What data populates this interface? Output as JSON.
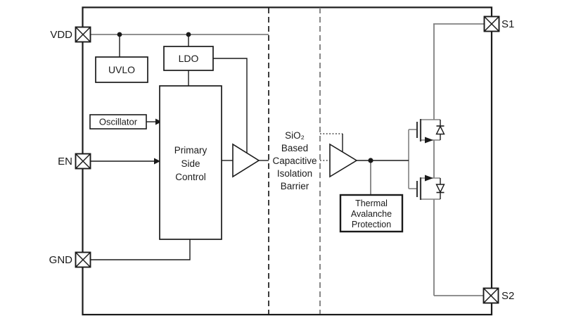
{
  "diagram": {
    "pins": {
      "vdd": "VDD",
      "en": "EN",
      "gnd": "GND",
      "s1": "S1",
      "s2": "S2"
    },
    "blocks": {
      "uvlo": "UVLO",
      "ldo": "LDO",
      "oscillator": "Oscillator",
      "primary_side_control": {
        "lines": [
          "Primary",
          "Side",
          "Control"
        ]
      },
      "isolation_barrier": {
        "lines": [
          "SiO₂",
          "Based",
          "Capacitive",
          "Isolation",
          "Barrier"
        ]
      },
      "thermal_avalanche_protection": {
        "lines": [
          "Thermal",
          "Avalanche",
          "Protection"
        ]
      }
    },
    "colors": {
      "line_black": "#1a1a1a",
      "wire_gray": "#808080",
      "dashed_barrier_gray": "#8c8c8c",
      "background": "#ffffff"
    }
  }
}
